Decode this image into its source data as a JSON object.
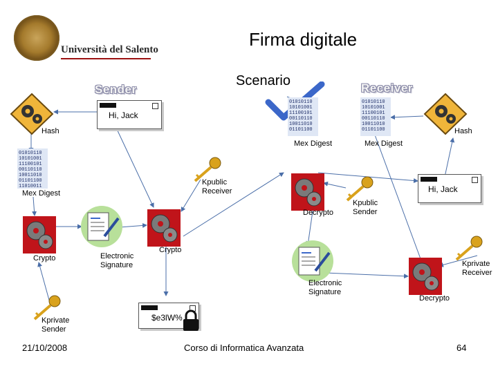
{
  "header": {
    "title": "Firma digitale",
    "subtitle": "Scenario",
    "university": "Università del Salento"
  },
  "roles": {
    "sender": "Sender",
    "receiver": "Receiver"
  },
  "messages": {
    "plain": "Hi, Jack",
    "received": "Hi, Jack",
    "cipher": "$e3lW%"
  },
  "labels": {
    "hash_left": "Hash",
    "hash_right": "Hash",
    "mex_digest_left": "Mex Digest",
    "mex_digest_mid": "Mex Digest",
    "mex_digest_right": "Mex Digest",
    "kpublic_receiver": "Kpublic\nReceiver",
    "kpublic_sender": "Kpublic\nSender",
    "crypto_left": "Crypto",
    "crypto_mid": "Crypto",
    "electronic_signature_left": "Electronic\nSignature",
    "electronic_signature_right": "Electronic\nSignature",
    "decrypto_mid": "Decrypto",
    "decrypto_right": "Decrypto",
    "kprivate_receiver": "Kprivate\nReceiver",
    "kprivate_sender": "Kprivate\nSender"
  },
  "footer": {
    "date": "21/10/2008",
    "course": "Corso di Informatica Avanzata",
    "page": "64"
  },
  "icons": [
    "hash-icon",
    "key-icon",
    "gears-icon",
    "document-icon",
    "checkmark-icon",
    "lock-icon",
    "binary-digest-icon",
    "university-seal-icon"
  ],
  "colors": {
    "key": "#d9a21c",
    "gear_bg": "#c0141a",
    "arrow": "#4a6ea8",
    "hash_bg": "#f0b53a"
  }
}
